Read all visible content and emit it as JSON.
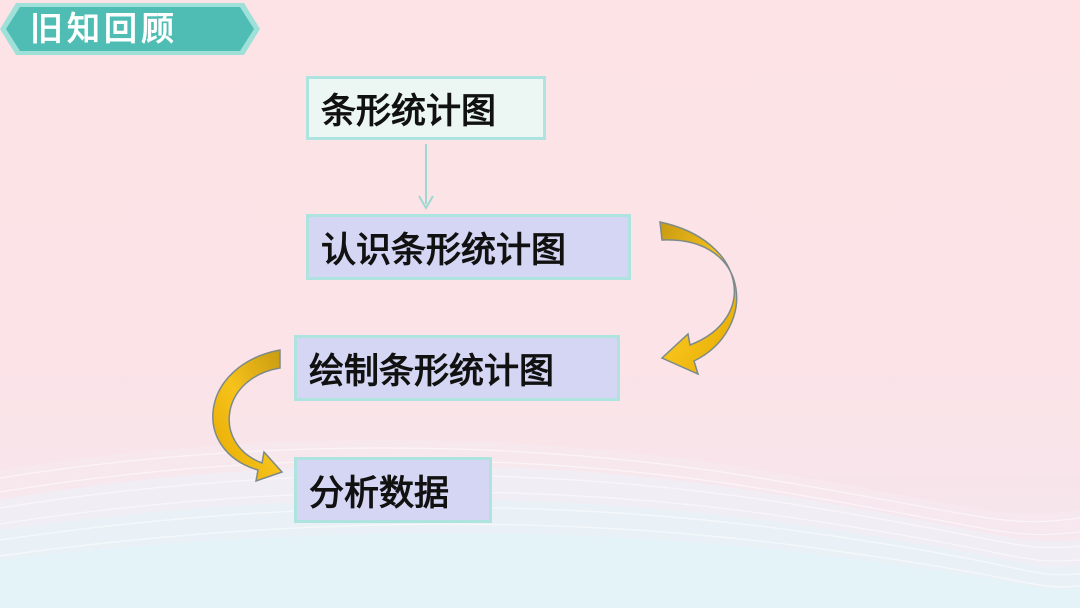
{
  "header": {
    "title": "旧知回顾"
  },
  "flow": {
    "nodes": [
      {
        "label": "条形统计图"
      },
      {
        "label": "认识条形统计图"
      },
      {
        "label": "绘制条形统计图"
      },
      {
        "label": "分析数据"
      }
    ]
  },
  "colors": {
    "badge": "#4fbdb4",
    "node_fill": "#d4d6f3",
    "node_border": "#aee3e0",
    "arrow_gold": "#f0b400",
    "connector": "#9fd8d2"
  }
}
